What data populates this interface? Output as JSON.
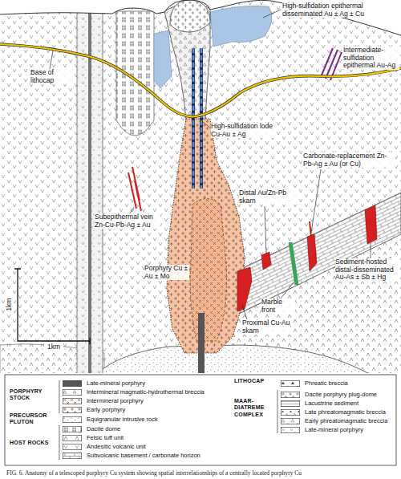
{
  "diagram": {
    "caption": "FIG. 6. Anatomy of a telescoped porphyry Cu system showing spatial interrelationships of a centrally located porphyry Cu",
    "labels": [
      "High-sulfidation epithermal disseminated Au ± Ag ± Cu",
      "Intermediate-sulfidation epithermal Au-Ag",
      "Base of lithocap",
      "High-sulfidation lode Cu-Au ± Ag",
      "Carbonate-replacement Zn-Pb-Ag ± Au (or Cu)",
      "Distal Au/Zn-Pb skarn",
      "Subepithermal vein Zn-Cu-Pb-Ag ± Au",
      "Marble front",
      "Sediment-hosted distal-disseminated Au-As ± Sb ± Hg",
      "Porphyry Cu ± Au ± Mo",
      "Proximal Cu-Au skarn",
      "1km",
      "1km",
      "PORPHYRY STOCK",
      "PRECURSOR PLUTON",
      "HOST ROCKS",
      "LITHOCAP",
      "MAAR-DIATREME COMPLEX"
    ],
    "legend": [
      {
        "text": "Late-mineral porphyry",
        "color": "#555555"
      },
      {
        "text": "Intermineral magmatic-hydrothermal breccia"
      },
      {
        "text": "Intermineral porphyry"
      },
      {
        "text": "Early porphyry"
      },
      {
        "text": "Equigranular intrusive rock"
      },
      {
        "text": "Dacite dome"
      },
      {
        "text": "Felsic tuff unit"
      },
      {
        "text": "Andesitic volcanic unit"
      },
      {
        "text": "Subvolcanic basement / carbonate horizon"
      },
      {
        "text": "Phreatic breccia"
      },
      {
        "text": "Dacite porphyry plug-dome"
      },
      {
        "text": "Lacustrine sediment"
      },
      {
        "text": "Late phreatomagmatic breccia"
      },
      {
        "text": "Early phreatomagmatic breccia"
      },
      {
        "text": "Late-mineral porphyry"
      }
    ]
  }
}
